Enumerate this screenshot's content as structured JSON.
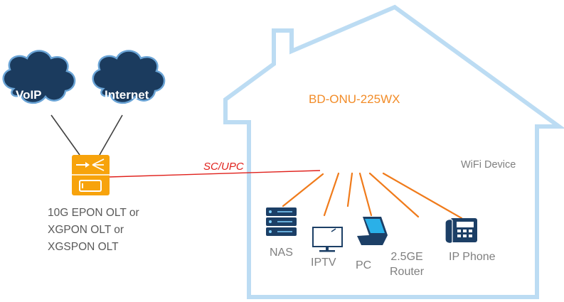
{
  "clouds": {
    "voip": "VoIP",
    "internet": "Internet"
  },
  "olt": {
    "lines": [
      "10G EPON OLT or",
      "XGPON OLT or",
      "XGSPON OLT"
    ]
  },
  "link": {
    "label": "SC/UPC"
  },
  "house": {
    "title": "BD-ONU-225WX",
    "wifi_label": "WiFi Device"
  },
  "devices": {
    "nas": "NAS",
    "iptv": "IPTV",
    "pc": "PC",
    "router_line1": "2.5GE",
    "router_line2": "Router",
    "ip_phone": "IP Phone"
  },
  "colors": {
    "house": "#bcdcf3",
    "cloud": "#1b3b5e",
    "olt": "#f7a30c",
    "fiber": "#e0201b",
    "wifi_lines": "#f07b1b",
    "device": "#1c3f66",
    "title": "#f28c28"
  },
  "icons": [
    "cloud-icon",
    "olt-switch-icon",
    "server-icon",
    "monitor-icon",
    "laptop-icon",
    "router-icon",
    "desk-phone-icon"
  ]
}
